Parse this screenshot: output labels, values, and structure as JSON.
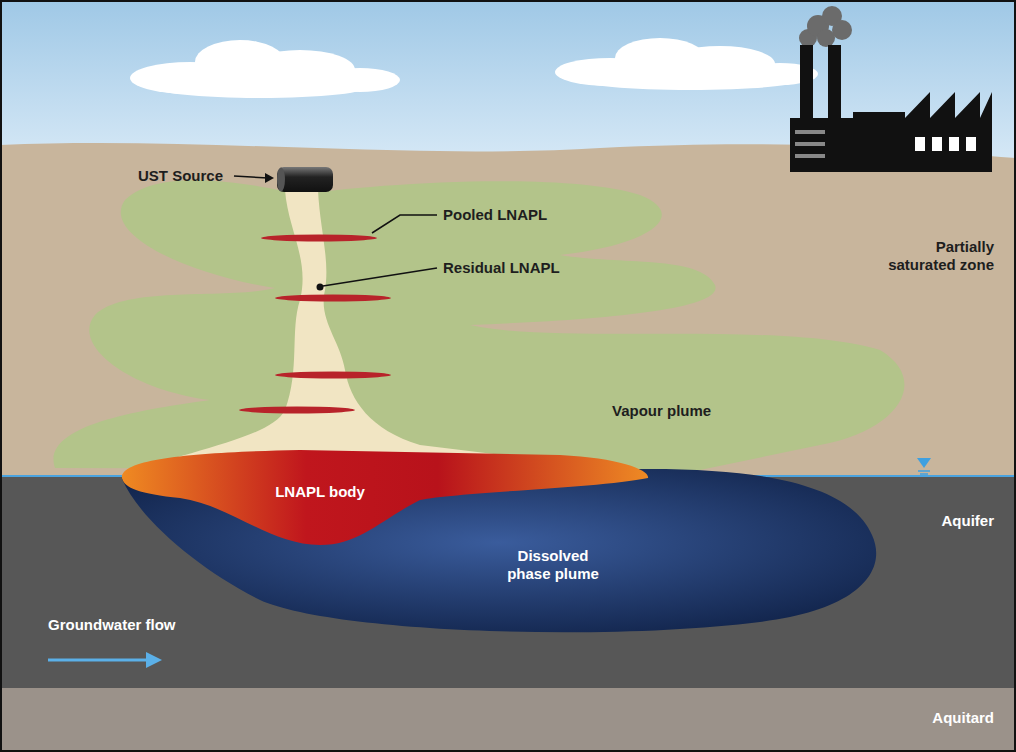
{
  "diagram": {
    "nodes": [
      {
        "text": [
          "LNAPL body"
        ]
      },
      {
        "text": [
          "Dissolved phase plume"
        ]
      }
    ],
    "labels": [
      "UST Source",
      "Pooled LNAPL",
      "Residual LNAPL",
      "Partially saturated zone",
      "Vapour plume",
      "Aquifer",
      "Groundwater flow",
      "Aquitard"
    ]
  }
}
